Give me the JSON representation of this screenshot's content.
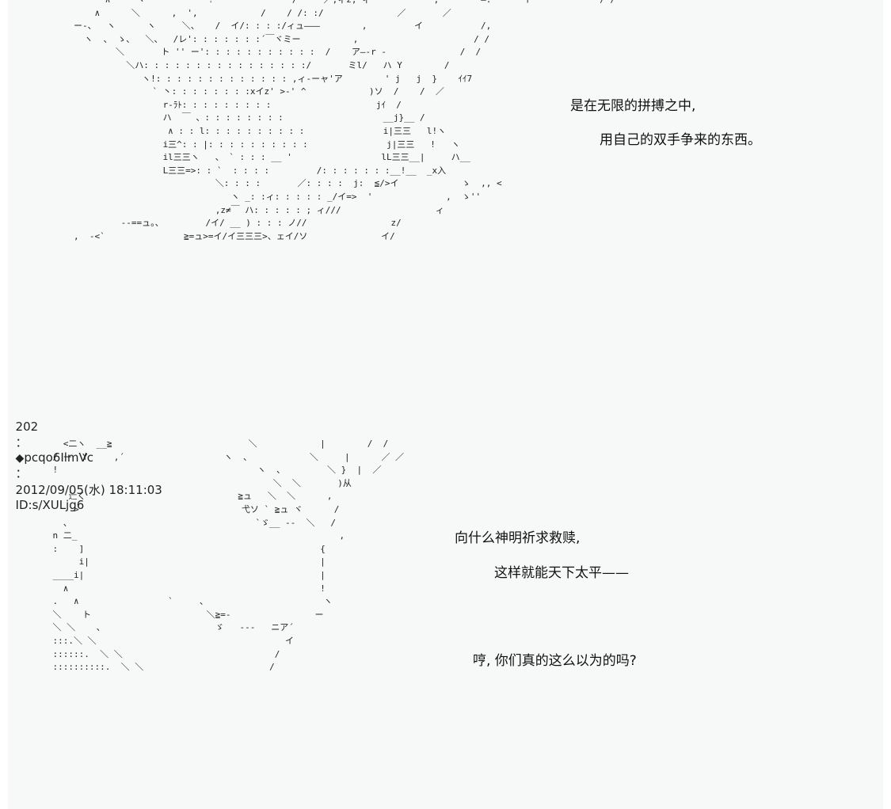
{
  "panel1": {
    "art": [
      "              ∧     ヾ            !               /     ／,ィz, ィ            ,        ―.      イ             / /",
      "            ∧      ＼      ,  ',            /    / /: :/              ／       ／",
      "        ー-、  ヽ      ヽ     ＼、   /  イ/: : : :/ィュ―――        ,         イ           /,",
      "          ヽ  、 ゝ、  ＼、  /レ': : : : : : :´￣ヾミー          ,                      / /",
      "                ＼       ト '' ー': : : : : : : : : : :  /    ア―-r -              /  /",
      "                  ＼ハ: : : : : : : : : : : : : : : :/       ミl/   ハ Y        /",
      "                     ヽ!: : : : : : : : : : : : : ,ィ-ーャ'ア        ' j   j  }    ｲｲ7",
      "                       ` 丶: : : : : : : :xイz' >-' ^            )ソ  /    /  ／",
      "                         r-ﾗﾄ: : : : : : : : :                    jｲ  /",
      "                         ハ  ￣ 、: : : : : : : :                   __j}__ /",
      "                          ∧ : : l: : : : : : : : : :               i|三三   l!ヽ",
      "                         i三^: : |: : : : : : : : : :               j|三三   !   ヽ",
      "                         il三三ヽ   、 ` : : : __ '                 lL三三__|     ハ__",
      "                         L三三=>: : `  : : : :         /: : : : : : :__!__  _x入",
      "                                   ＼: : : :       ／: : : :  j:  ≦/>イ            ゝ  ,, <",
      "                                      ヽ _: :ィ: : : : : _/イ=>  '              ,  ゝ''",
      "                                   ,z≠￣ ハ: : : : : ; ィ///                  ィ",
      "                 --==ュ。、        /イ/ __ ) : : : ノ//                z/",
      "        ,  -<`               ≧=ュ>=イ/イ三三三>、ェイ/ソ              イ/"
    ],
    "lines": [
      "是在无限的拼搏之中,",
      "用自己的双手争来的东西。"
    ]
  },
  "post": {
    "number": "202",
    "separator": "：",
    "author": "pcqo6IlmVc",
    "datetime": "2012/09/05(水) 18:11:03",
    "id": "ID:s/XULjg6"
  },
  "panel2": {
    "art": [
      "      <二ヽ  __≧                          ＼            |        /  /",
      "    / ー  Y     ,´                   ヽ  、           ＼     |      ／ ／",
      "    !                                      ヽ  、        ＼ }  |  ／",
      "                                              ＼  ＼       )从",
      "       辷く                             ≧ュ   ＼  ＼      ,",
      "        >                               弋ソ ` ≧ュ ヾ      /",
      "      、                                   `ゞ__ --  ＼   /",
      "    n 二_                                                  ,",
      "    :    ]                                             {",
      "         i|                                            |",
      "    ____i|                                             |",
      "      ∧                                                !",
      "    .   ∧                 `     、                      ヽ",
      "    ＼    ト                      ＼≧=-                ー",
      "    ＼ ＼    、                     ゞ   ---   ニア´",
      "    :::.＼ ＼                                    イ",
      "    ::::::.  ＼ ＼                             /",
      "    ::::::::::.  ＼ ＼                        /"
    ],
    "lines": [
      "向什么神明祈求救赎,",
      "这样就能天下太平——",
      "哼, 你们真的这么以为的吗?"
    ]
  }
}
